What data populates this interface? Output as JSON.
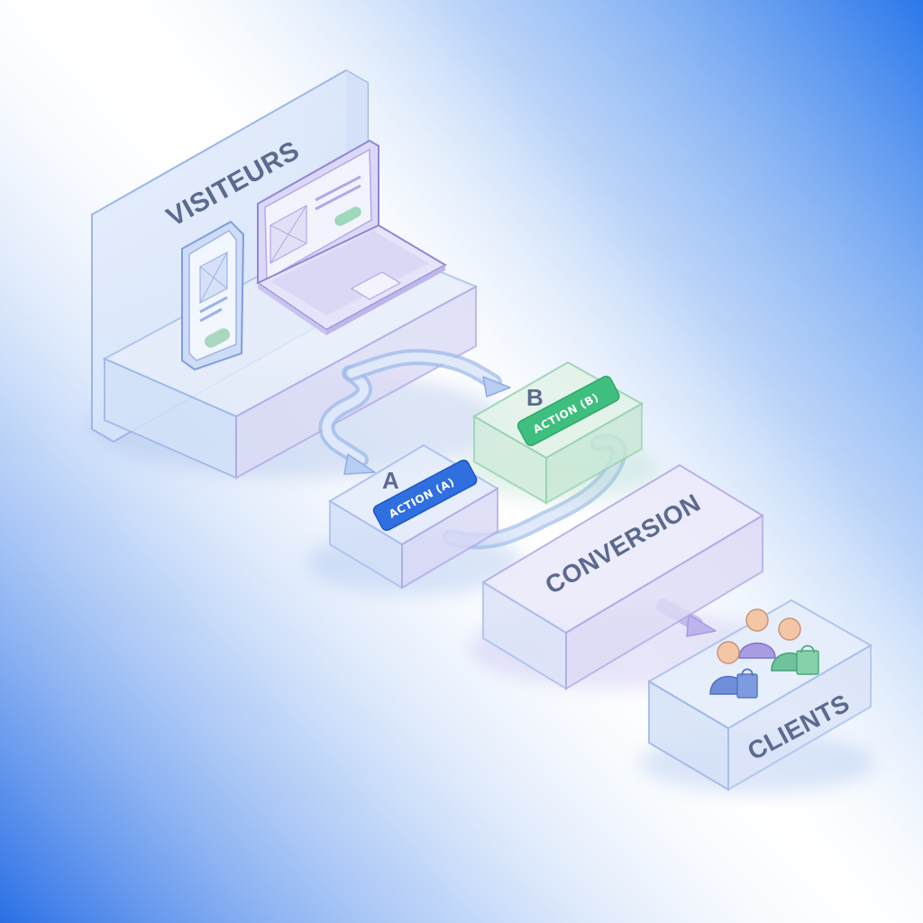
{
  "diagram": {
    "stages": {
      "visitors": "VISITEURS",
      "conversion": "CONVERSION",
      "clients": "CLIENTS"
    },
    "variants": {
      "a": {
        "letter": "A",
        "button": "ACTION (A)",
        "color": "#2f6fe0"
      },
      "b": {
        "letter": "B",
        "button": "ACTION (B)",
        "color": "#3fbf7f"
      }
    },
    "colors": {
      "background_blue": "#2c7be8",
      "panel_stroke": "#9bb6ea",
      "text": "#5b6a8e"
    }
  }
}
